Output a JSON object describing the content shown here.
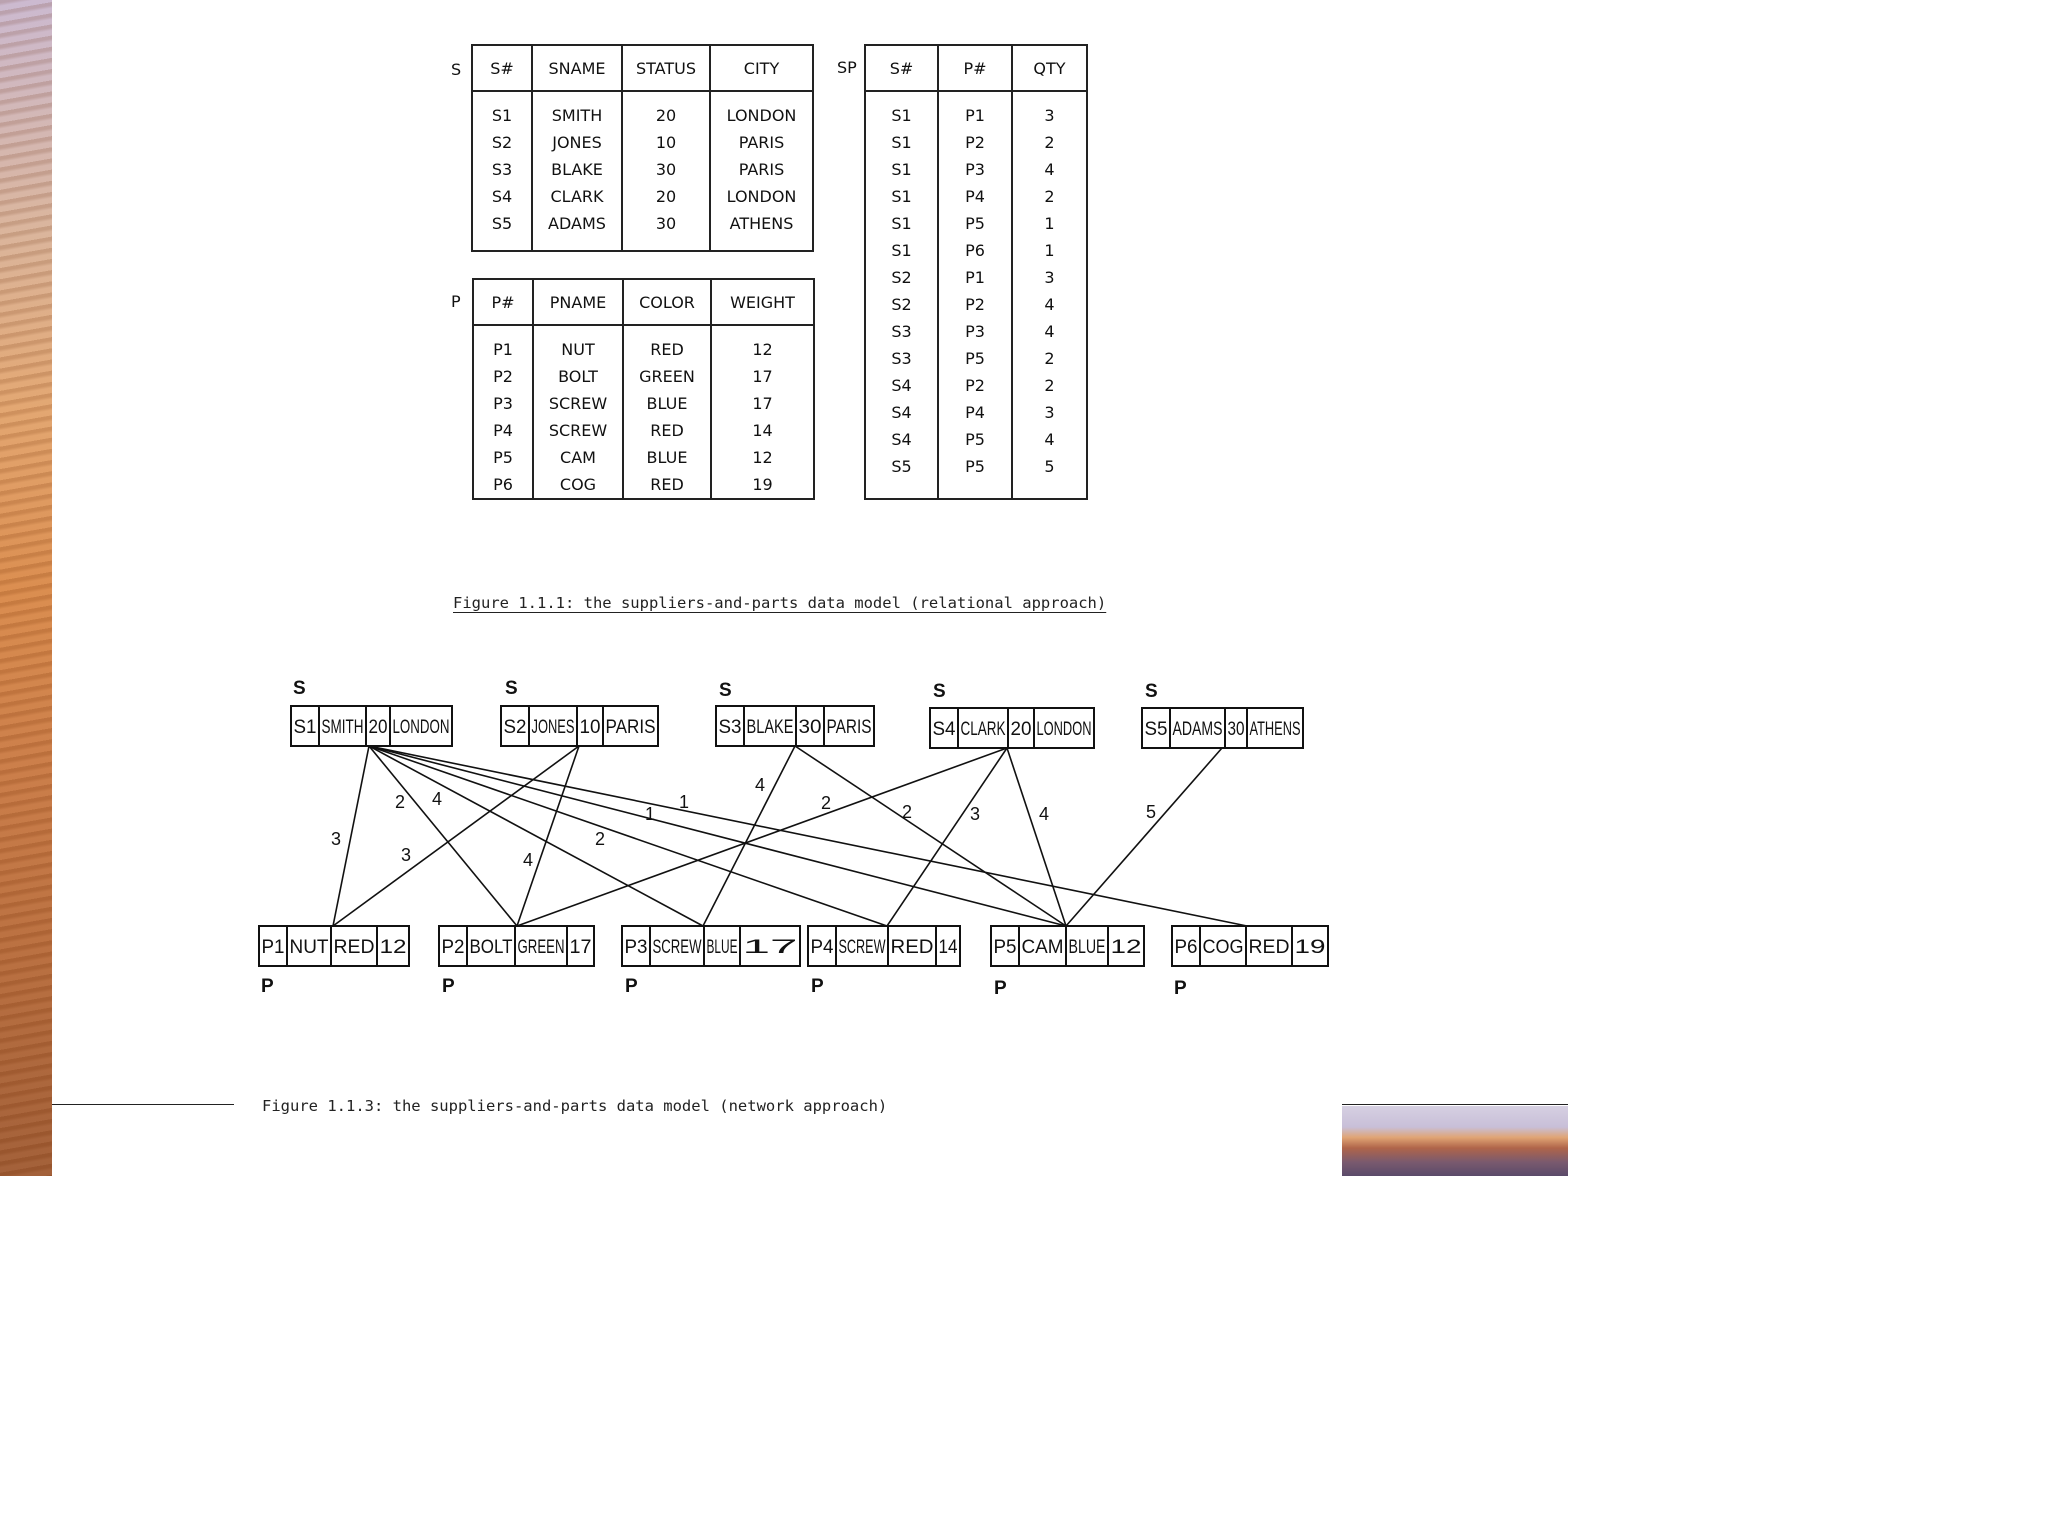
{
  "relational": {
    "S": {
      "name": "S",
      "headers": [
        "S#",
        "SNAME",
        "STATUS",
        "CITY"
      ],
      "rows": [
        [
          "S1",
          "SMITH",
          "20",
          "LONDON"
        ],
        [
          "S2",
          "JONES",
          "10",
          "PARIS"
        ],
        [
          "S3",
          "BLAKE",
          "30",
          "PARIS"
        ],
        [
          "S4",
          "CLARK",
          "20",
          "LONDON"
        ],
        [
          "S5",
          "ADAMS",
          "30",
          "ATHENS"
        ]
      ]
    },
    "P": {
      "name": "P",
      "headers": [
        "P#",
        "PNAME",
        "COLOR",
        "WEIGHT"
      ],
      "rows": [
        [
          "P1",
          "NUT",
          "RED",
          "12"
        ],
        [
          "P2",
          "BOLT",
          "GREEN",
          "17"
        ],
        [
          "P3",
          "SCREW",
          "BLUE",
          "17"
        ],
        [
          "P4",
          "SCREW",
          "RED",
          "14"
        ],
        [
          "P5",
          "CAM",
          "BLUE",
          "12"
        ],
        [
          "P6",
          "COG",
          "RED",
          "19"
        ]
      ]
    },
    "SP": {
      "name": "SP",
      "headers": [
        "S#",
        "P#",
        "QTY"
      ],
      "rows": [
        [
          "S1",
          "P1",
          "3"
        ],
        [
          "S1",
          "P2",
          "2"
        ],
        [
          "S1",
          "P3",
          "4"
        ],
        [
          "S1",
          "P4",
          "2"
        ],
        [
          "S1",
          "P5",
          "1"
        ],
        [
          "S1",
          "P6",
          "1"
        ],
        [
          "S2",
          "P1",
          "3"
        ],
        [
          "S2",
          "P2",
          "4"
        ],
        [
          "S3",
          "P3",
          "4"
        ],
        [
          "S3",
          "P5",
          "2"
        ],
        [
          "S4",
          "P2",
          "2"
        ],
        [
          "S4",
          "P4",
          "3"
        ],
        [
          "S4",
          "P5",
          "4"
        ],
        [
          "S5",
          "P5",
          "5"
        ]
      ]
    },
    "caption": "Figure 1.1.1:  the suppliers-and-parts data model (relational approach)"
  },
  "network": {
    "supplier_type_label": "S",
    "part_type_label": "P",
    "suppliers": [
      [
        "S1",
        "SMITH",
        "20",
        "LONDON"
      ],
      [
        "S2",
        "JONES",
        "10",
        "PARIS"
      ],
      [
        "S3",
        "BLAKE",
        "30",
        "PARIS"
      ],
      [
        "S4",
        "CLARK",
        "20",
        "LONDON"
      ],
      [
        "S5",
        "ADAMS",
        "30",
        "ATHENS"
      ]
    ],
    "parts": [
      [
        "P1",
        "NUT",
        "RED",
        "12"
      ],
      [
        "P2",
        "BOLT",
        "GREEN",
        "17"
      ],
      [
        "P3",
        "SCREW",
        "BLUE",
        "17"
      ],
      [
        "P4",
        "SCREW",
        "RED",
        "14"
      ],
      [
        "P5",
        "CAM",
        "BLUE",
        "12"
      ],
      [
        "P6",
        "COG",
        "RED",
        "19"
      ]
    ],
    "links": [
      {
        "s": "S1",
        "p": "P1",
        "qty": "3"
      },
      {
        "s": "S1",
        "p": "P2",
        "qty": "2"
      },
      {
        "s": "S1",
        "p": "P3",
        "qty": "4"
      },
      {
        "s": "S1",
        "p": "P4",
        "qty": "2"
      },
      {
        "s": "S1",
        "p": "P5",
        "qty": "1"
      },
      {
        "s": "S1",
        "p": "P6",
        "qty": "1"
      },
      {
        "s": "S2",
        "p": "P1",
        "qty": "3"
      },
      {
        "s": "S2",
        "p": "P2",
        "qty": "4"
      },
      {
        "s": "S3",
        "p": "P3",
        "qty": "4"
      },
      {
        "s": "S3",
        "p": "P5",
        "qty": "2"
      },
      {
        "s": "S4",
        "p": "P2",
        "qty": "2"
      },
      {
        "s": "S4",
        "p": "P4",
        "qty": "3"
      },
      {
        "s": "S4",
        "p": "P5",
        "qty": "4"
      },
      {
        "s": "S5",
        "p": "P5",
        "qty": "5"
      }
    ],
    "caption": "Figure 1.1.3:  the suppliers-and-parts data model (network approach)"
  }
}
